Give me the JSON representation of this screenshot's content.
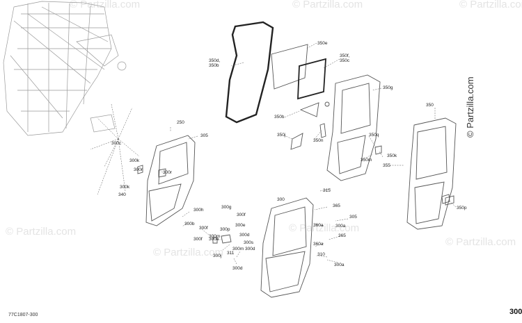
{
  "watermark": {
    "text": "© Partzilla.com",
    "side_text": "© Partzilla.com"
  },
  "footer": {
    "diagram_code": "77C1807-300",
    "page_number": "300"
  },
  "callouts": [
    "250",
    "305",
    "300c",
    "300k",
    "300r",
    "300r",
    "300k",
    "340",
    "350d,",
    "350b",
    "350e",
    "350f,",
    "350c",
    "350g",
    "350h",
    "350j",
    "350n",
    "350q",
    "350k",
    "350m",
    "355",
    "350",
    "350p",
    "315",
    "365",
    "300",
    "360a",
    "305",
    "300a",
    "365",
    "360a",
    "310",
    "300a",
    "300h",
    "300b",
    "300g",
    "300f",
    "300f",
    "300e",
    "300f",
    "300e",
    "300p",
    "300m",
    "300d",
    "300s",
    "311",
    "300m",
    "300d",
    "300j",
    "300d"
  ]
}
